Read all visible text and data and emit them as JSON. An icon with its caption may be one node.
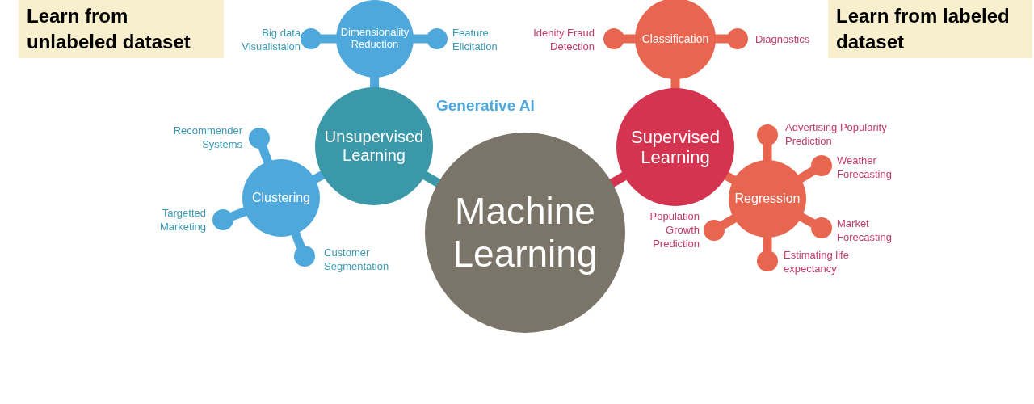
{
  "diagram": {
    "nodes": [
      {
        "text": [
          "Learn from unlabeled dataset"
        ]
      },
      {
        "text": [
          "Learn from labeled dataset"
        ]
      },
      {
        "text": [
          "Machine Learning"
        ]
      },
      {
        "text": [
          "Unsupervised Learning"
        ]
      },
      {
        "text": [
          "Supervised Learning"
        ]
      },
      {
        "text": [
          "Dimensionality Reduction"
        ]
      },
      {
        "text": [
          "Clustering"
        ]
      },
      {
        "text": [
          "Classification"
        ]
      },
      {
        "text": [
          "Regression"
        ]
      },
      {
        "text": [],
        "shape": "circle",
        "beside": [
          "Big data Visualistaion"
        ]
      },
      {
        "text": [],
        "shape": "circle",
        "beside": [
          "Feature Elicitation"
        ]
      },
      {
        "text": [],
        "shape": "circle",
        "beside": [
          "Recommender Systems"
        ]
      },
      {
        "text": [],
        "shape": "circle",
        "beside": [
          "Targetted Marketing"
        ]
      },
      {
        "text": [],
        "shape": "circle",
        "beside": [
          "Customer Segmentation"
        ]
      },
      {
        "text": [],
        "shape": "circle",
        "beside": [
          "Idenity Fraud Detection"
        ]
      },
      {
        "text": [],
        "shape": "circle",
        "beside": [
          "Diagnostics"
        ]
      },
      {
        "text": [],
        "shape": "circle",
        "beside": [
          "Advertising Popularity Prediction"
        ]
      },
      {
        "text": [],
        "shape": "circle",
        "beside": [
          "Weather Forecasting"
        ]
      },
      {
        "text": [],
        "shape": "circle",
        "beside": [
          "Market Forecasting"
        ]
      },
      {
        "text": [],
        "shape": "circle",
        "beside": [
          "Estimating life expectancy"
        ]
      },
      {
        "text": [],
        "shape": "circle",
        "beside": [
          "Population Growth Prediction"
        ]
      }
    ],
    "edges": [
      {
        "from": 2,
        "to": 3,
        "arrow": "none",
        "color": "#3a98a8"
      },
      {
        "from": 2,
        "to": 4,
        "arrow": "none",
        "color": "#d4344f"
      },
      {
        "from": 3,
        "to": 5,
        "arrow": "none",
        "color": "#4ea8dc"
      },
      {
        "from": 3,
        "to": 6,
        "arrow": "none",
        "color": "#4ea8dc"
      },
      {
        "from": 4,
        "to": 7,
        "arrow": "none",
        "color": "#e8654f"
      },
      {
        "from": 4,
        "to": 8,
        "arrow": "none",
        "color": "#e8654f"
      },
      {
        "from": 5,
        "to": 9,
        "arrow": "none",
        "color": "#4ea8dc"
      },
      {
        "from": 5,
        "to": 10,
        "arrow": "none",
        "color": "#4ea8dc"
      },
      {
        "from": 6,
        "to": 11,
        "arrow": "none",
        "color": "#4ea8dc"
      },
      {
        "from": 6,
        "to": 12,
        "arrow": "none",
        "color": "#4ea8dc"
      },
      {
        "from": 6,
        "to": 13,
        "arrow": "none",
        "color": "#4ea8dc"
      },
      {
        "from": 7,
        "to": 14,
        "arrow": "none",
        "color": "#e8654f"
      },
      {
        "from": 7,
        "to": 15,
        "arrow": "none",
        "color": "#e8654f"
      },
      {
        "from": 8,
        "to": 16,
        "arrow": "none",
        "color": "#e8654f"
      },
      {
        "from": 8,
        "to": 17,
        "arrow": "none",
        "color": "#e8654f"
      },
      {
        "from": 8,
        "to": 18,
        "arrow": "none",
        "color": "#e8654f"
      },
      {
        "from": 8,
        "to": 19,
        "arrow": "none",
        "color": "#e8654f"
      },
      {
        "from": 8,
        "to": 20,
        "arrow": "none",
        "color": "#e8654f"
      }
    ],
    "labels": [
      "Generative AI"
    ]
  }
}
